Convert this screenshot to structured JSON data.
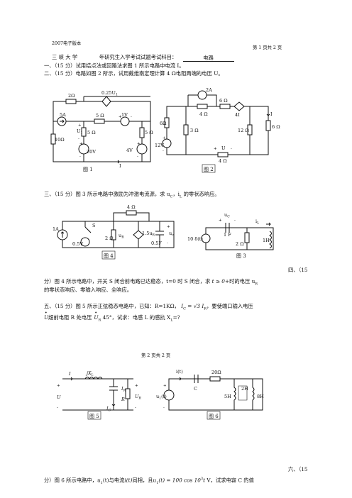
{
  "header": {
    "edition": "2007电子版本",
    "page1": "第 1 页共 2 页",
    "page2": "第 2 页共 2 页"
  },
  "title_line": {
    "school": "三 峡 大 学",
    "exam": "年研究生入学考试试题考试科目：",
    "subject": "电路"
  },
  "questions": {
    "q1": "一、（15 分）试用结点法或回路法求图 1 所示电路中电流 I。",
    "q2": "二、（15 分）电路如图 2 所示，试用戴维南定理计算 4 Ω电阻两端的电压 U。",
    "q3": "三、（15 分）图 3 所示电路中激励为冲激电流源，求 u",
    "q3_sub_c": "C",
    "q3_mid": "，i",
    "q3_sub_l": "L",
    "q3_end": " 的零状态响应。",
    "q4_head": "四、（15",
    "q4_line1": "分）图 4 所示电路中，开关 S 闭合前电路已达稳态，t=0 时 S 闭合，求",
    "q4_cond": "t ≥ 0",
    "q4_after": "+时的电压 u",
    "q4_sub": "R",
    "q4_line2": "的零状态响应、零输入响应、全响应。",
    "q5_line1": "五、（15 分）图 5 所示正弦稳态电路中，已知：R=1KΩ，",
    "q5_ic": "I",
    "q5_ic_sub": "C",
    "q5_ic_eq": " = √3 I",
    "q5_ic_sub2": "R",
    "q5_after": "，要使端口输入电压",
    "q5_line2_a": "U",
    "q5_line2_b": "超前电阻 R 处电压",
    "q5_line2_c": "U",
    "q5_line2_csub": "R",
    "q5_line2_d": " 45°，试求：电感 L 的感抗 X",
    "q5_line2_dsub": "L",
    "q5_line2_e": "=?",
    "q6_head": "六、（15",
    "q6_line1_a": "分）图 6 所示电路中，",
    "q6_u": "u",
    "q6_u_sub": "1",
    "q6_line1_b": "(t)与电流",
    "q6_i": "i(t)",
    "q6_line1_c": "同相，且",
    "q6_eq": "u",
    "q6_eq_sub": "1",
    "q6_eq_rest": "(t) = 100 cos 10",
    "q6_eq_exp": "3",
    "q6_eq_t": "t",
    "q6_line1_d": " V，试求电容 C 的值"
  },
  "figures": {
    "fig1": {
      "caption": "图 1",
      "labels": [
        "2Ω",
        "0.25U",
        "1",
        "5A",
        "5 Ω",
        "1V",
        "U",
        "1",
        "5 Ω",
        "5 Ω",
        "10Ω",
        "20V",
        "4V",
        "I",
        "+",
        "-",
        "+",
        "-",
        "+",
        "-",
        "+",
        "-"
      ]
    },
    "fig2": {
      "caption": "图 2",
      "labels": [
        "2A",
        "6 Ω",
        "4 Ω",
        "6Ω",
        "I",
        "6 Ω",
        "3 Ω",
        "12 Ω",
        "4I",
        "12V",
        "U",
        "4 Ω",
        "+",
        "-",
        "+",
        "-"
      ]
    },
    "fig3": {
      "caption": "图 3",
      "labels": [
        "u",
        "C",
        "i",
        "L",
        "10 δ(t)",
        "1 F",
        "2 Ω",
        "1H",
        "+",
        "-"
      ]
    },
    "fig4": {
      "caption": "图 4",
      "labels": [
        "4 Ω",
        "1A",
        "S",
        "0.5V",
        "2 Ω",
        "u",
        "R",
        "1.5u",
        "R",
        "0.5F",
        "u",
        "c",
        "+",
        "-",
        "+",
        "-"
      ]
    },
    "fig5": {
      "caption": "图 5",
      "labels": [
        "I",
        "jX",
        "L",
        "I",
        "R",
        "U",
        "R",
        "R",
        "I",
        "C",
        "U",
        "+",
        "-",
        "+",
        "-"
      ]
    },
    "fig6": {
      "caption": "图 6",
      "labels": [
        "i(t)",
        "20Ω",
        "C",
        "2H",
        "5H",
        "8H",
        "u",
        "1",
        "(t)",
        "+",
        "-"
      ]
    }
  }
}
